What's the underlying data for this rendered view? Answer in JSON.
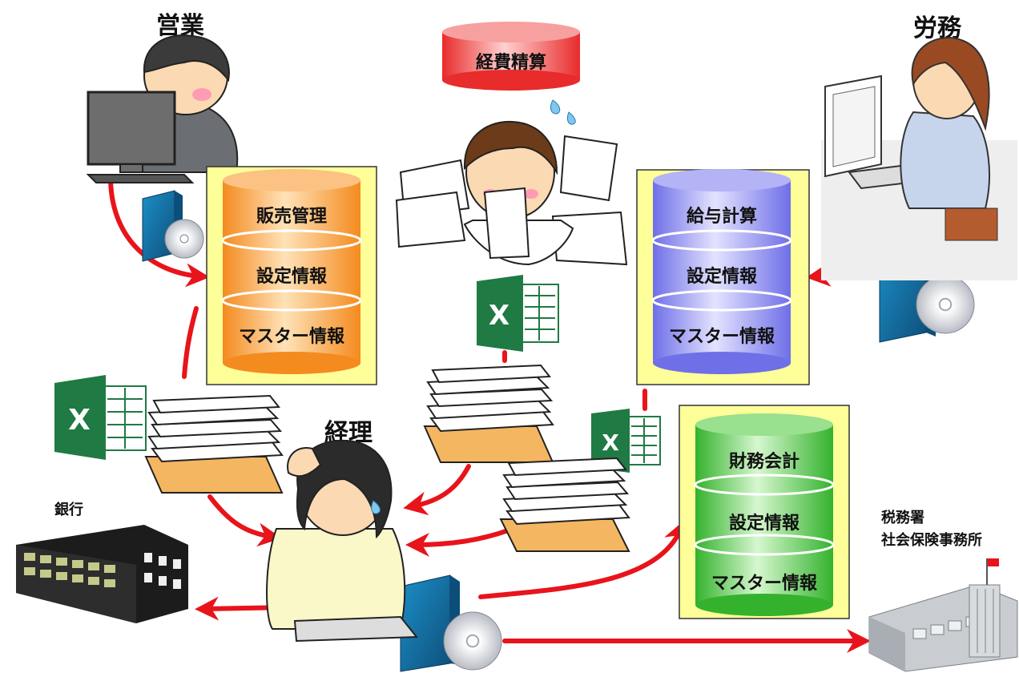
{
  "roles": {
    "sales": "営業",
    "labor": "労務",
    "accounting": "経理"
  },
  "expense_db": "経費精算",
  "sales_db": [
    "販売管理",
    "設定情報",
    "マスター情報"
  ],
  "payroll_db": [
    "給与計算",
    "設定情報",
    "マスター情報"
  ],
  "finance_db": [
    "財務会計",
    "設定情報",
    "マスター情報"
  ],
  "bank": "銀行",
  "tax_office": [
    "税務署",
    "社会保険事務所"
  ],
  "excel_letter": "X",
  "colors": {
    "arrow": "#e8141b",
    "panel_bg": "#ffff99",
    "sales_db": "#f7a23a",
    "payroll_db": "#8b8bf0",
    "finance_db": "#4fc447",
    "expense_db": "#f26a6a",
    "excel_green": "#1f7a44"
  }
}
